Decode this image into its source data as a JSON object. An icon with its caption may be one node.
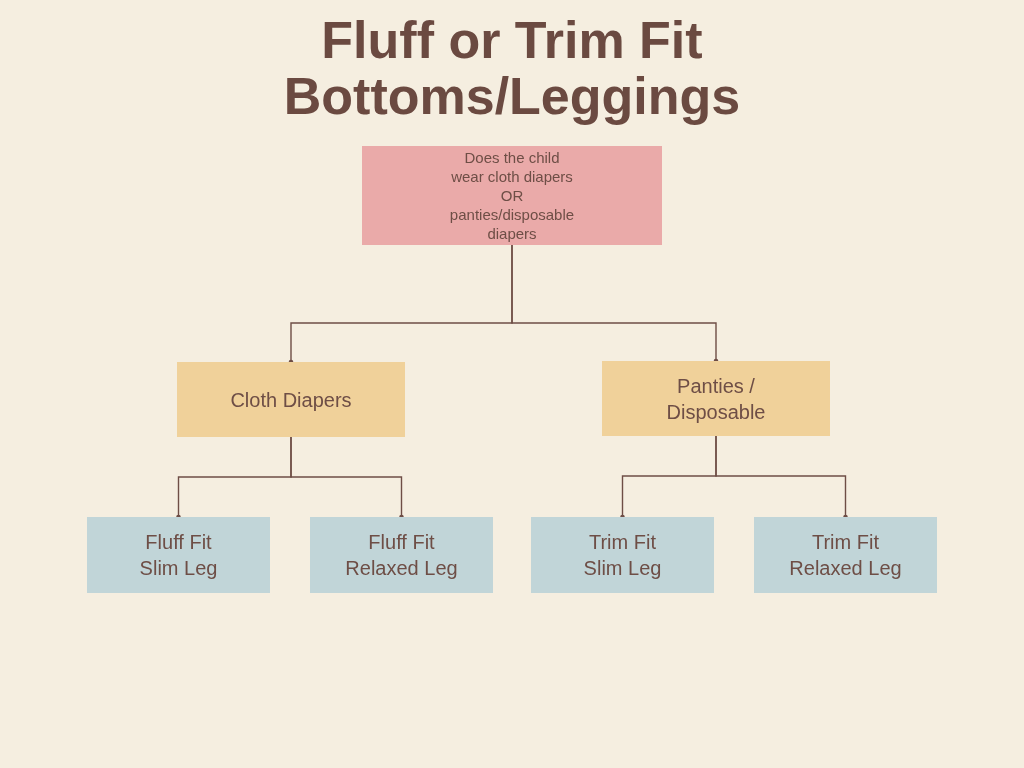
{
  "diagram": {
    "title": "Fluff or Trim Fit Bottoms/Leggings",
    "nodes": [
      {
        "text": [
          "Does the child wear cloth diapers OR panties/disposable diapers"
        ]
      },
      {
        "text": [
          "Cloth Diapers"
        ]
      },
      {
        "text": [
          "Panties / Disposable"
        ]
      },
      {
        "text": [
          "Fluff Fit Slim Leg"
        ]
      },
      {
        "text": [
          "Fluff Fit Relaxed Leg"
        ]
      },
      {
        "text": [
          "Trim Fit Slim Leg"
        ]
      },
      {
        "text": [
          "Trim Fit Relaxed Leg"
        ]
      }
    ],
    "edges": [
      {
        "from": 0,
        "to": 1,
        "arrow": "other"
      },
      {
        "from": 0,
        "to": 2,
        "arrow": "other"
      },
      {
        "from": 1,
        "to": 3,
        "arrow": "other"
      },
      {
        "from": 1,
        "to": 4,
        "arrow": "other"
      },
      {
        "from": 2,
        "to": 5,
        "arrow": "other"
      },
      {
        "from": 2,
        "to": 6,
        "arrow": "other"
      }
    ]
  }
}
